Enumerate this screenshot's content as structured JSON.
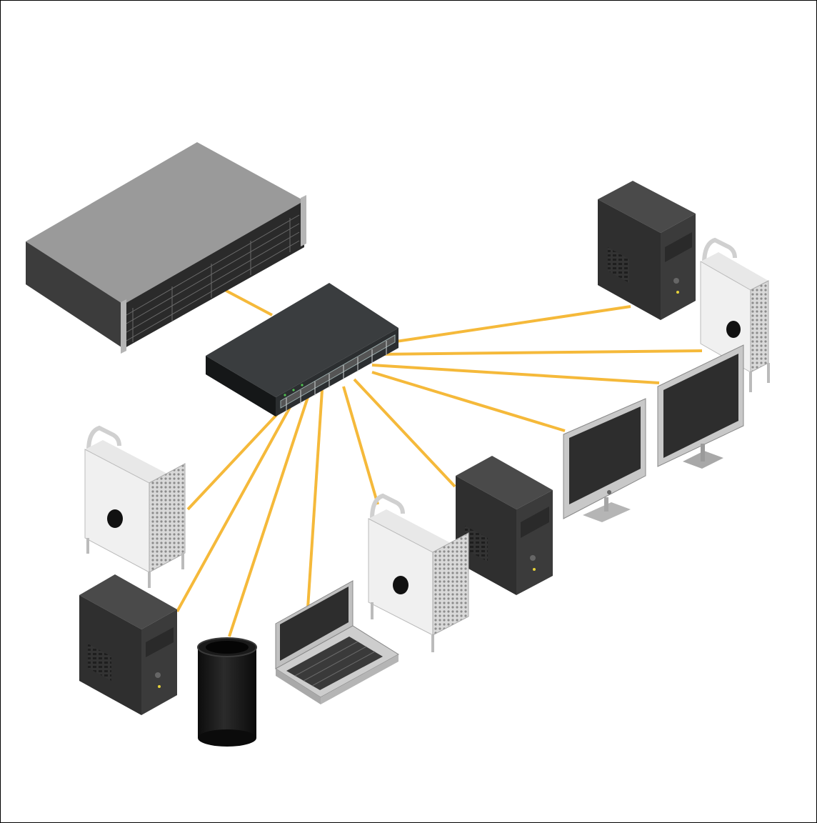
{
  "diagram": {
    "cable_color": "#F5B93A",
    "switch": {
      "icon": "network-switch-icon"
    },
    "devices": [
      {
        "id": "nas",
        "icon": "rack-server-icon"
      },
      {
        "id": "tower-top-right",
        "icon": "pc-tower-icon"
      },
      {
        "id": "macpro-top-right",
        "icon": "mac-pro-tower-icon"
      },
      {
        "id": "imac-large",
        "icon": "imac-icon"
      },
      {
        "id": "imac-small",
        "icon": "imac-icon"
      },
      {
        "id": "tower-center",
        "icon": "pc-tower-icon"
      },
      {
        "id": "macpro-center",
        "icon": "mac-pro-tower-icon"
      },
      {
        "id": "laptop",
        "icon": "laptop-icon"
      },
      {
        "id": "mac-pro-cylinder",
        "icon": "mac-pro-cylinder-icon"
      },
      {
        "id": "tower-bottom-left",
        "icon": "pc-tower-icon"
      },
      {
        "id": "macpro-left",
        "icon": "mac-pro-tower-icon"
      }
    ],
    "connections": [
      {
        "from": "switch",
        "to": "nas"
      },
      {
        "from": "switch",
        "to": "tower-top-right"
      },
      {
        "from": "switch",
        "to": "macpro-top-right"
      },
      {
        "from": "switch",
        "to": "imac-large"
      },
      {
        "from": "switch",
        "to": "imac-small"
      },
      {
        "from": "switch",
        "to": "tower-center"
      },
      {
        "from": "switch",
        "to": "macpro-center"
      },
      {
        "from": "switch",
        "to": "laptop"
      },
      {
        "from": "switch",
        "to": "mac-pro-cylinder"
      },
      {
        "from": "switch",
        "to": "tower-bottom-left"
      },
      {
        "from": "switch",
        "to": "macpro-left"
      }
    ]
  }
}
